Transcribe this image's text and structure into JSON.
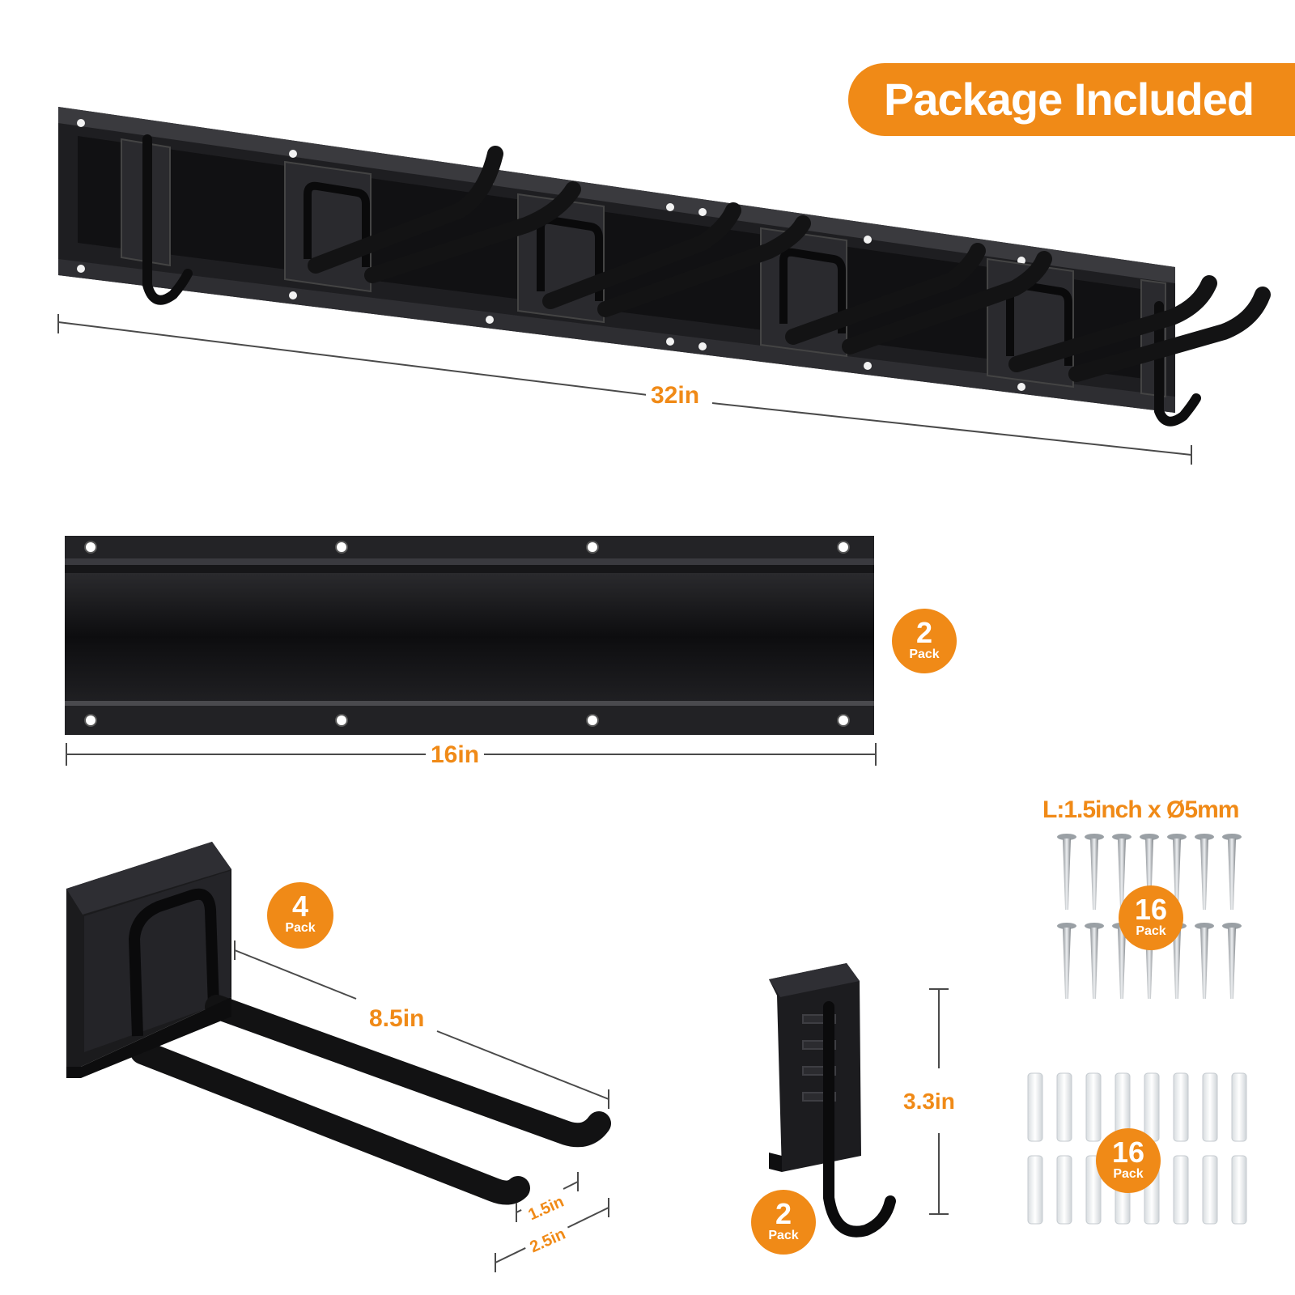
{
  "header": {
    "title": "Package Included"
  },
  "dimensions": {
    "rack_length": "32in",
    "rail_length": "16in",
    "hook_length": "8.5in",
    "hook_inner_width": "1.5in",
    "hook_outer_width": "2.5in",
    "small_hook_height": "3.3in"
  },
  "screws": {
    "spec": "L:1.5inch x Ø5mm",
    "count": "16",
    "unit": "Pack"
  },
  "anchors": {
    "count": "16",
    "unit": "Pack"
  },
  "rails": {
    "count": "2",
    "unit": "Pack"
  },
  "large_hooks": {
    "count": "4",
    "unit": "Pack"
  },
  "small_hooks": {
    "count": "2",
    "unit": "Pack"
  },
  "colors": {
    "accent": "#f08a17",
    "metal": "#1b1b1d",
    "foam": "#121212"
  }
}
